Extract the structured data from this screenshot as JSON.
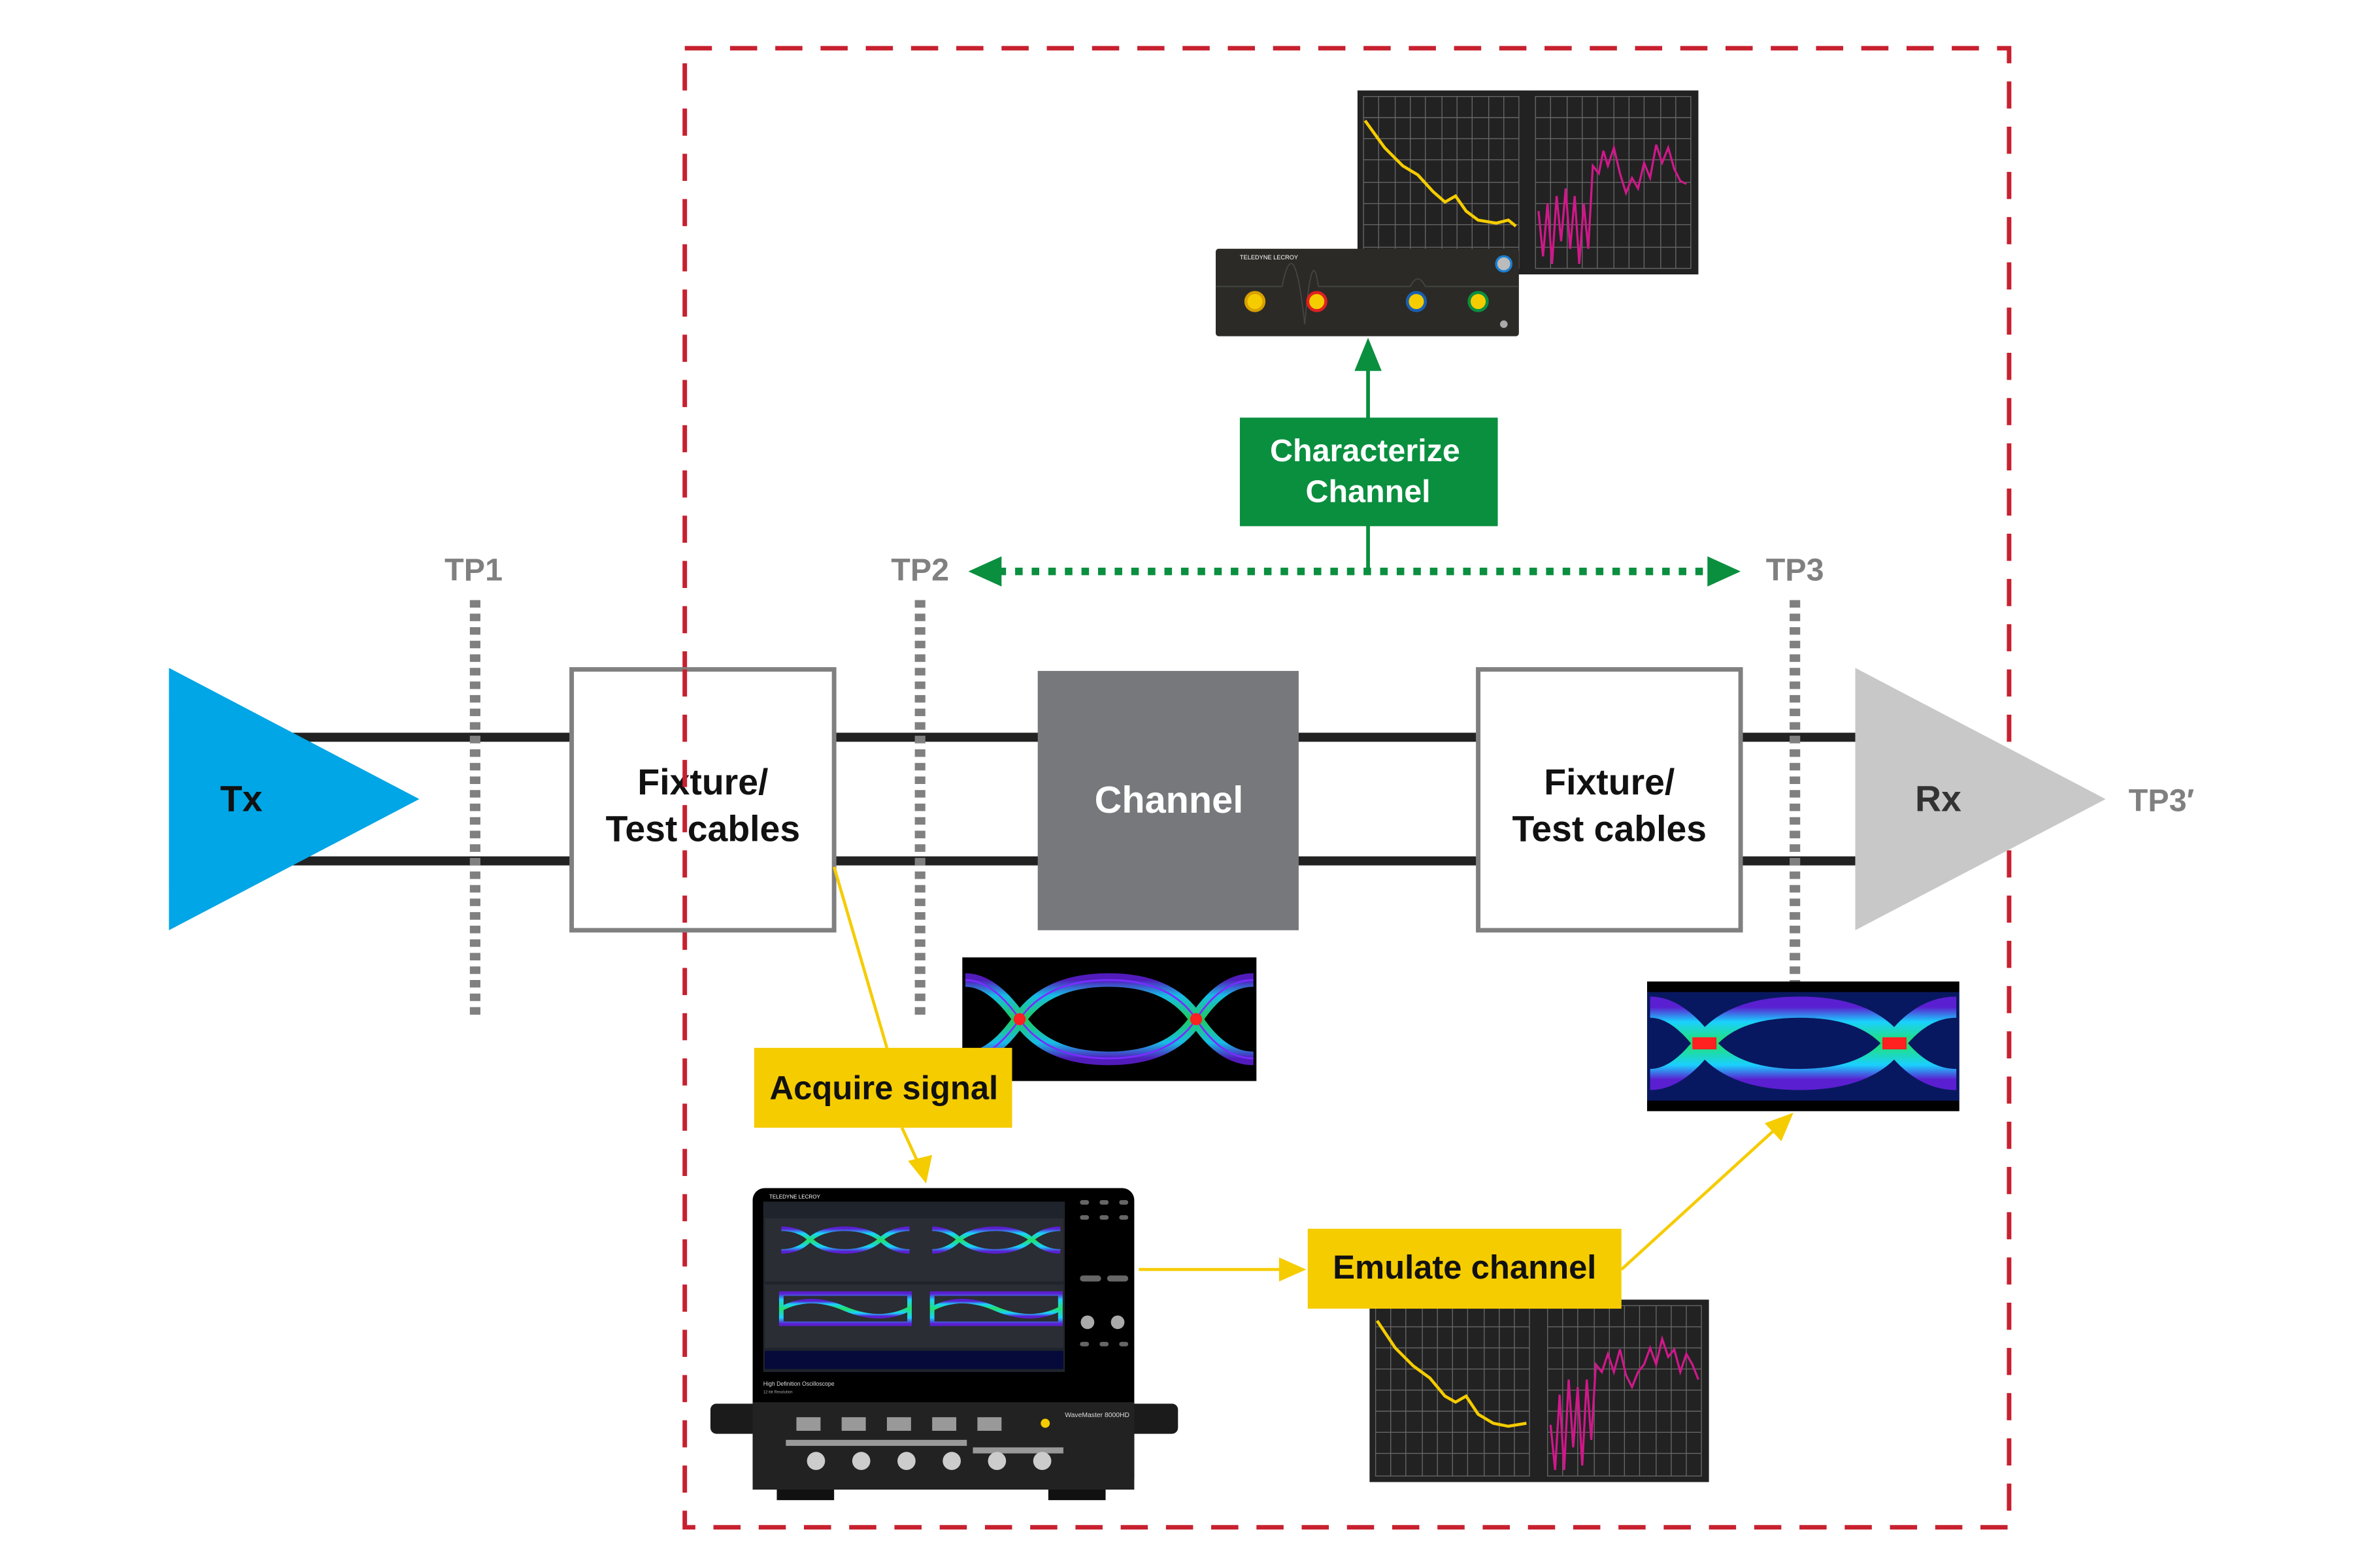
{
  "labels": {
    "tx": "Tx",
    "rx": "Rx",
    "tp1": "TP1",
    "tp2": "TP2",
    "tp3": "TP3",
    "tp3_prime": "TP3′",
    "fixture_left": [
      "Fixture/",
      "Test cables"
    ],
    "fixture_right": [
      "Fixture/",
      "Test cables"
    ],
    "channel": "Channel",
    "characterize": [
      "Characterize",
      "Channel"
    ],
    "acquire": "Acquire signal",
    "emulate": "Emulate channel"
  },
  "instruments": {
    "vna_logo": "TELEDYNE LECROY",
    "scope_logo": "TELEDYNE LECROY",
    "scope_model": "WaveMaster 8000HD",
    "scope_caption": "High Definition Oscilloscope",
    "scope_subcaption": "12-bit Resolution"
  },
  "colors": {
    "tx": "#00a6e6",
    "rx": "#c8c8c8",
    "channel": "#77787b",
    "boundary": "#c8202f",
    "characterize": "#0a8f3f",
    "acquire": "#f5cc00",
    "tp_line": "#808080"
  }
}
